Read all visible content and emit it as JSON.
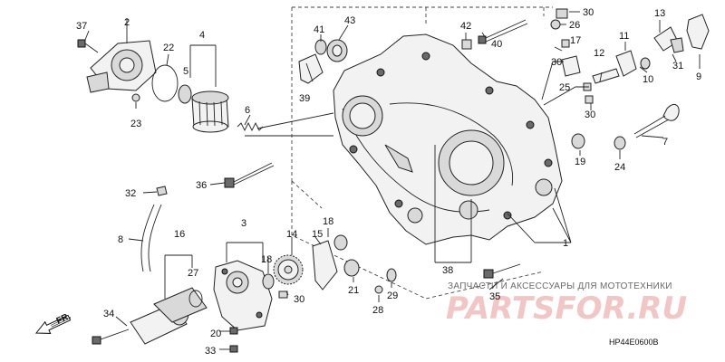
{
  "diagram": {
    "callouts": [
      "1",
      "2",
      "3",
      "4",
      "5",
      "6",
      "7",
      "8",
      "9",
      "10",
      "11",
      "12",
      "13",
      "14",
      "15",
      "16",
      "17",
      "18",
      "18",
      "19",
      "20",
      "21",
      "22",
      "23",
      "24",
      "25",
      "26",
      "27",
      "28",
      "29",
      "30",
      "30",
      "30",
      "30",
      "31",
      "32",
      "33",
      "34",
      "35",
      "36",
      "37",
      "38",
      "39",
      "40",
      "41",
      "42",
      "43"
    ],
    "direction_label": "FR.",
    "diagram_code": "HP44E0600B"
  },
  "watermark": {
    "tagline": "ЗАПЧАСТИ И АКСЕССУАРЫ ДЛЯ МОТОТЕХНИКИ",
    "logo": "PARTSFOR.RU"
  }
}
